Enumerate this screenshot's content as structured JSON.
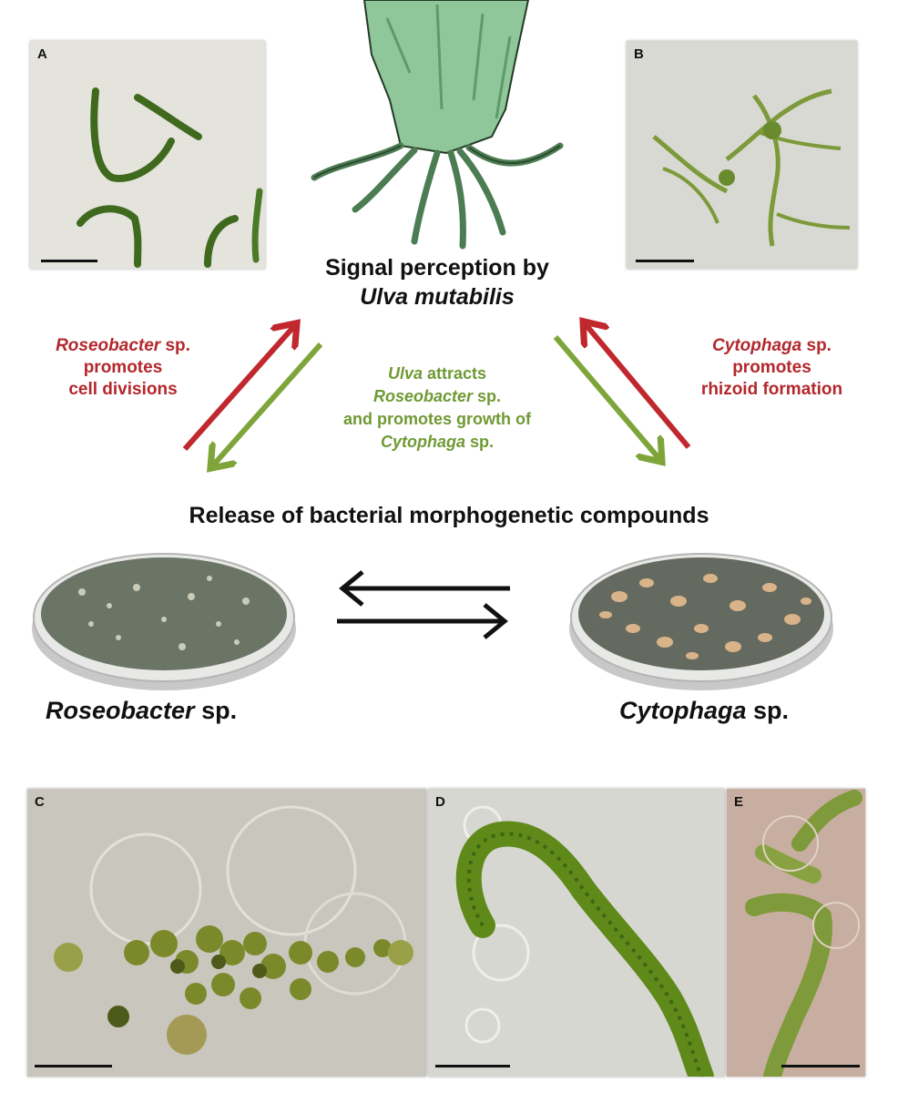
{
  "panels": {
    "a": "A",
    "b": "B",
    "c": "C",
    "d": "D",
    "e": "E"
  },
  "center": {
    "line1": "Signal perception by",
    "line2": "Ulva mutabilis"
  },
  "left_effect": {
    "genus": "Roseobacter",
    "line1_rest": " sp.",
    "line2": "promotes",
    "line3": "cell divisions"
  },
  "right_effect": {
    "genus": "Cytophaga",
    "line1_rest": " sp.",
    "line2": "promotes",
    "line3": "rhizoid formation"
  },
  "middle_effect": {
    "genus1": "Ulva",
    "line1_rest": " attracts",
    "genus2": "Roseobacter",
    "line2_rest": " sp.",
    "line3": "and promotes growth of",
    "genus3": "Cytophaga",
    "line4_rest": " sp."
  },
  "release_title": "Release of bacterial morphogenetic compounds",
  "dish_left": {
    "genus": "Roseobacter",
    "rest": " sp."
  },
  "dish_right": {
    "genus": "Cytophaga",
    "rest": " sp."
  },
  "colors": {
    "red_arrow": "#c0282e",
    "green_arrow": "#7fa53a",
    "red_text": "#b3282d",
    "green_text": "#6f9a34",
    "algae": "#3f6a1e"
  }
}
